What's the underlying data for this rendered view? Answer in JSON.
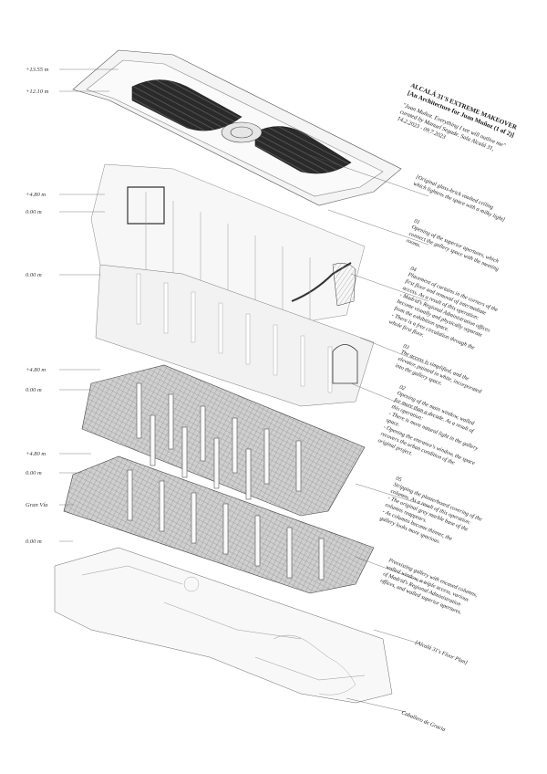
{
  "title": {
    "line1": "ALCALÁ 31'S EXTREME MAKEOVER",
    "line2": "[An Architecture for Juan Muñoz (1 of 2)]"
  },
  "subtitle": {
    "line1": "\"Juan Muñoz. Everything I see will outlive me\"",
    "line2": "curated by Manuel Segade. Sala Alcalá 31,",
    "line3": "14.2.2023 - 09.7.2023"
  },
  "levels": [
    "+13.55 m",
    "+12.10 m",
    "+4.80 m",
    "0.00 m",
    "0.00 m",
    "+4.80 m",
    "0.00 m",
    "+4.80 m",
    "0.00 m",
    "Gran Vía",
    "0.00 m"
  ],
  "annotations": [
    [
      "[Original glass-brick vaulted ceiling",
      "which lightens the space with a milky light]"
    ],
    [
      "01",
      "Opening of the superior apertures, which",
      "connect the gallery space with the meeting",
      "rooms."
    ],
    [
      "04",
      "Placement of curtains in the corners of the",
      "first floor and removal of intermediate",
      "access. As a result of this operation:",
      "- Madrid's Regional Administration offices",
      "become visually and physically separate",
      "from the exhibition space.",
      "- There is a free circulation through the",
      "whole first floor."
    ],
    [
      "03",
      "The access is simplified, and the",
      "elevator, painted in white, incorporated",
      "into the gallery space."
    ],
    [
      "02",
      "Opening of the main window, walled",
      "for more than a decade. As a result of",
      "this operation:",
      "- There is more natural light in the gallery",
      "space.",
      "- Opening the entrance's window, the space",
      "recovers the urban condition of the",
      "original project."
    ],
    [
      "05",
      "Stripping the plasterboard covering of the",
      "columns. As a result of this operation:",
      "- The original grey marble base of the",
      "columns reappears.",
      "- As columns become thinner, the",
      "gallery looks more spacious."
    ],
    [
      "Preexisting gallery with encased columns,",
      "walled window, a triple access, various",
      "of Madrid's Regional Administration",
      "offices, and walled superior apertures."
    ]
  ],
  "plan_label": "[Alcalá 31's Floor Plan]",
  "street_label": "Caballero de Gracia"
}
